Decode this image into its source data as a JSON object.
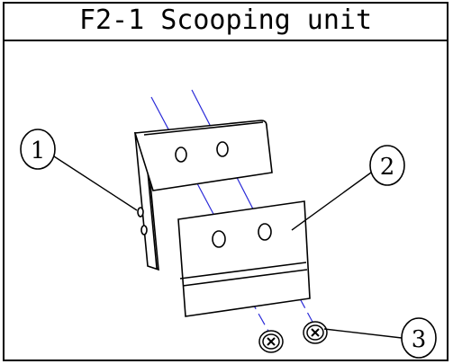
{
  "title": "F2-1 Scooping unit",
  "callouts": [
    {
      "id": "part-1",
      "label": "1"
    },
    {
      "id": "part-2",
      "label": "2"
    },
    {
      "id": "part-3",
      "label": "3"
    }
  ],
  "colors": {
    "line": "#000000",
    "centerline": "#2a2ad8"
  }
}
